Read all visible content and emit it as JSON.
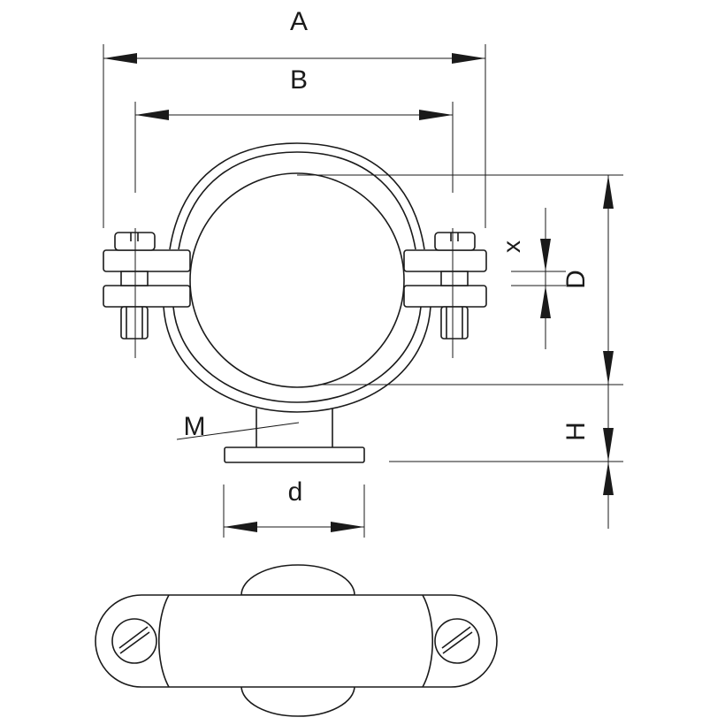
{
  "labels": {
    "A": "A",
    "B": "B",
    "x": "x",
    "D": "D",
    "H": "H",
    "M": "M",
    "d": "d"
  },
  "colors": {
    "line": "#1a1a1a",
    "background": "#ffffff"
  }
}
